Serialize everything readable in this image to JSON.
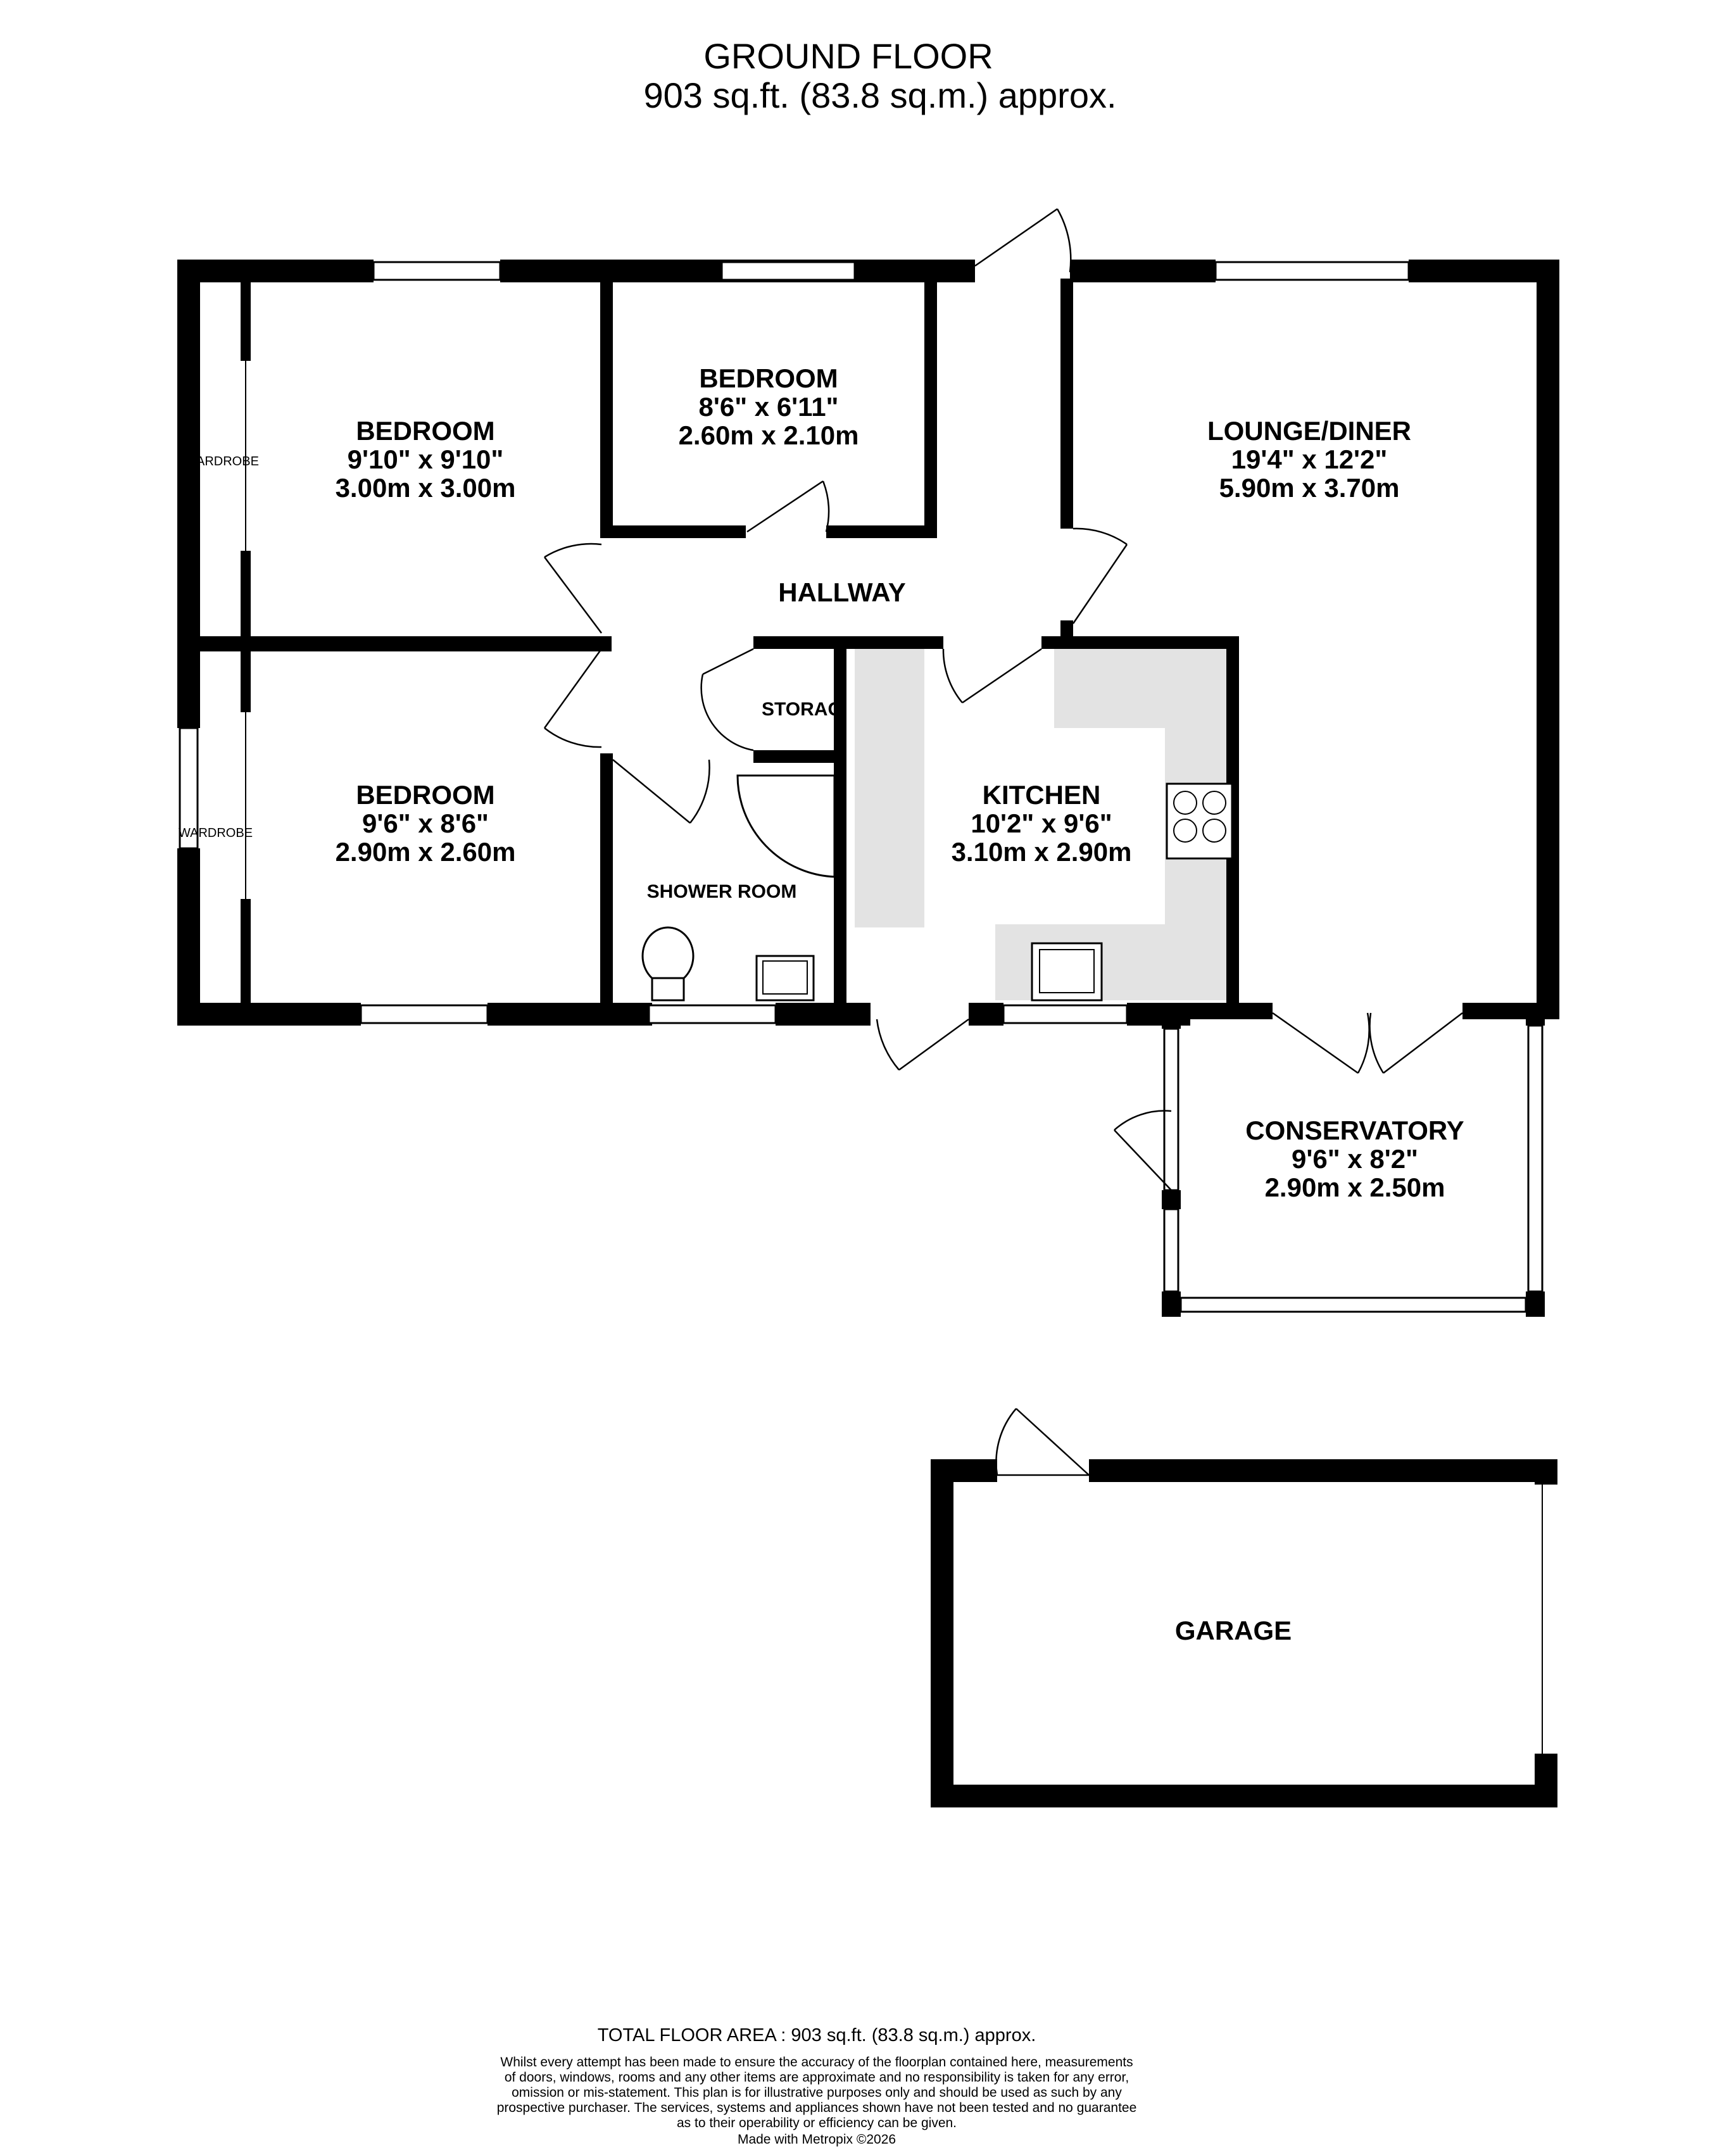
{
  "header": {
    "floor_name": "GROUND FLOOR",
    "floor_area": "903 sq.ft. (83.8 sq.m.) approx."
  },
  "rooms": {
    "bedroom_1": {
      "name": "BEDROOM",
      "imperial": "9'10\"  x 9'10\"",
      "metric": "3.00m  x 3.00m"
    },
    "bedroom_2": {
      "name": "BEDROOM",
      "imperial": "8'6\"  x 6'11\"",
      "metric": "2.60m  x 2.10m"
    },
    "bedroom_3": {
      "name": "BEDROOM",
      "imperial": "9'6\"  x 8'6\"",
      "metric": "2.90m  x 2.60m"
    },
    "lounge_diner": {
      "name": "LOUNGE/DINER",
      "imperial": "19'4\"  x 12'2\"",
      "metric": "5.90m  x 3.70m"
    },
    "kitchen": {
      "name": "KITCHEN",
      "imperial": "10'2\"  x 9'6\"",
      "metric": "3.10m  x 2.90m"
    },
    "conservatory": {
      "name": "CONSERVATORY",
      "imperial": "9'6\"  x 8'2\"",
      "metric": "2.90m  x 2.50m"
    },
    "hallway": {
      "name": "HALLWAY"
    },
    "storage": {
      "name": "STORAG"
    },
    "shower_room": {
      "name": "SHOWER ROOM"
    },
    "garage": {
      "name": "GARAGE"
    },
    "wardrobe_1": {
      "name": "ARDROBE"
    },
    "wardrobe_2": {
      "name": "WARDROBE"
    }
  },
  "footer": {
    "total_area": "TOTAL FLOOR AREA : 903 sq.ft. (83.8 sq.m.) approx.",
    "disclaimer": [
      "Whilst every attempt has been made to ensure the accuracy of the floorplan contained here, measurements",
      "of doors, windows, rooms and any other items are approximate and no responsibility is taken for any error,",
      "omission or mis-statement. This plan is for illustrative purposes only and should be used as such by any",
      "prospective purchaser. The services, systems and appliances shown have not been tested and no guarantee",
      "as to their operability or efficiency can be given."
    ],
    "made_with": "Made with Metropix ©2026"
  },
  "colors": {
    "wall": "#000000",
    "kitchen_worktop": "#e3e3e3",
    "background": "#ffffff"
  }
}
